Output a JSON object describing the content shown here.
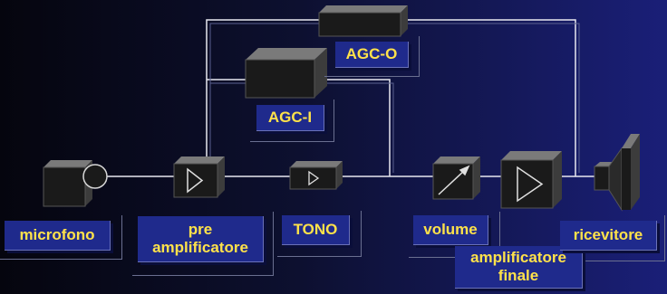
{
  "colors": {
    "label_bg": "#1f2a8c",
    "label_text": "#ffe24a",
    "wire": "#e8e8f0",
    "block_front": "#1a1a1a",
    "block_top": "#7a7a7a",
    "block_side": "#3c3c3c"
  },
  "labels": {
    "agc_o": "AGC-O",
    "agc_i": "AGC-I",
    "microfono": "microfono",
    "pre_line1": "pre",
    "pre_line2": "amplificatore",
    "tono": "TONO",
    "volume": "volume",
    "finale_line1": "amplificatore",
    "finale_line2": "finale",
    "ricevitore": "ricevitore"
  },
  "icons": {
    "microphone": "microphone-icon",
    "preamp": "amplifier-triangle-icon",
    "tone": "small-triangle-icon",
    "volume": "variable-arrow-icon",
    "final_amp": "amplifier-triangle-icon",
    "receiver": "speaker-icon"
  }
}
